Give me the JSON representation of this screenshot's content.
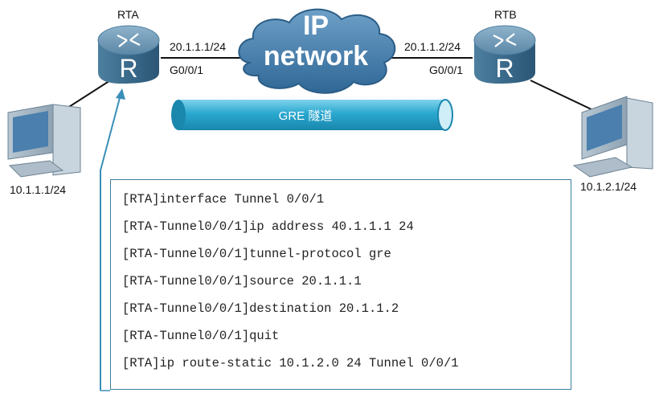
{
  "cloud": {
    "line1": "IP",
    "line2": "network"
  },
  "tunnel": {
    "label": "GRE 隧道"
  },
  "rta": {
    "name": "RTA",
    "wan_ip": "20.1.1.1/24",
    "interface": "G0/0/1",
    "pc_ip": "10.1.1.1/24"
  },
  "rtb": {
    "name": "RTB",
    "wan_ip": "20.1.1.2/24",
    "interface": "G0/0/1",
    "pc_ip": "10.1.2.1/24"
  },
  "config": {
    "lines": [
      "[RTA]interface Tunnel 0/0/1",
      "[RTA-Tunnel0/0/1]ip address 40.1.1.1 24",
      "[RTA-Tunnel0/0/1]tunnel-protocol gre",
      "[RTA-Tunnel0/0/1]source 20.1.1.1",
      "[RTA-Tunnel0/0/1]destination 20.1.1.2",
      "[RTA-Tunnel0/0/1]quit",
      "[RTA]ip route-static 10.1.2.0 24 Tunnel 0/0/1"
    ]
  },
  "colors": {
    "router_body": "#3f6f8e",
    "tunnel": "#2aa8cf",
    "cloud": "#3f77a8",
    "accent_line": "#3a8fb8"
  }
}
